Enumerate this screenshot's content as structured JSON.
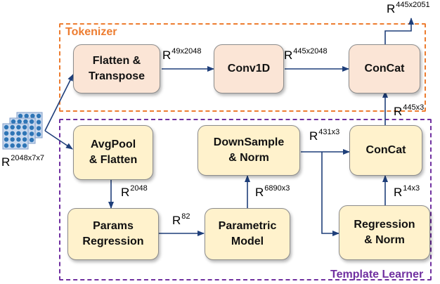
{
  "groups": {
    "tokenizer": {
      "label": "Tokenizer",
      "color": "#ed7d31"
    },
    "template_learner": {
      "label": "Template Learner",
      "color": "#7030a0"
    }
  },
  "nodes": {
    "flatten_transpose": {
      "label": "Flatten &\nTranspose",
      "fill": "#fbe5d6"
    },
    "conv1d": {
      "label": "Conv1D",
      "fill": "#fbe5d6"
    },
    "concat_top": {
      "label": "ConCat",
      "fill": "#fbe5d6"
    },
    "avgpool_flatten": {
      "label": "AvgPool\n& Flatten",
      "fill": "#fff2cc"
    },
    "params_regression": {
      "label": "Params\nRegression",
      "fill": "#fff2cc"
    },
    "parametric_model": {
      "label": "Parametric\nModel",
      "fill": "#fff2cc"
    },
    "downsample_norm": {
      "label": "DownSample\n& Norm",
      "fill": "#fff2cc"
    },
    "concat_bottom": {
      "label": "ConCat",
      "fill": "#fff2cc"
    },
    "regression_norm": {
      "label": "Regression\n& Norm",
      "fill": "#fff2cc"
    }
  },
  "dims": {
    "input": {
      "base": "R",
      "sup": "2048x7x7"
    },
    "flatten_out": {
      "base": "R",
      "sup": "49x2048"
    },
    "conv1d_out": {
      "base": "R",
      "sup": "445x2048"
    },
    "output": {
      "base": "R",
      "sup": "445x2051"
    },
    "concat_bottom_out": {
      "base": "R",
      "sup": "445x3"
    },
    "downsample_out": {
      "base": "R",
      "sup": "431x3"
    },
    "avgpool_out": {
      "base": "R",
      "sup": "2048"
    },
    "params_out": {
      "base": "R",
      "sup": "82"
    },
    "model_out": {
      "base": "R",
      "sup": "6890x3"
    },
    "regression_out": {
      "base": "R",
      "sup": "14x3"
    }
  },
  "colors": {
    "arrow": "#1f3f7a",
    "node_border": "#8c8c8c",
    "grid_cell": "#2e75b6",
    "grid_bg": "#c9d9ef"
  }
}
